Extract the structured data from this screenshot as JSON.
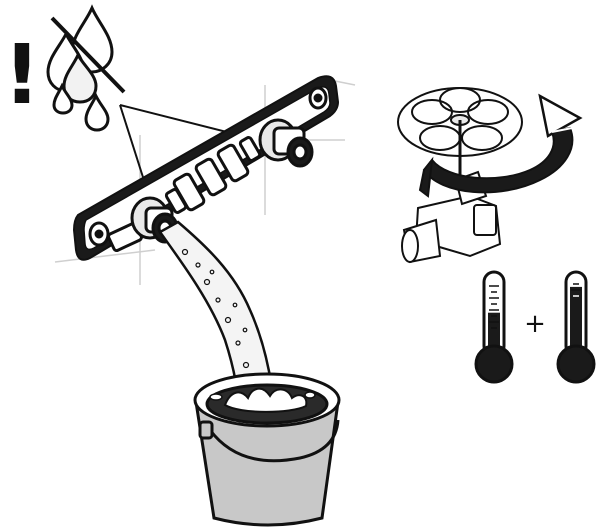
{
  "symbols": {
    "warning": "!",
    "plus": "+"
  },
  "icons": {
    "warning": "exclamation-icon",
    "no_water": "crossed-water-drop-icon",
    "drops": "water-drop-icon",
    "manifold": "radiator-valve-bar",
    "bucket": "bucket-icon",
    "valve": "hand-wheel-valve-icon",
    "rotation": "turn-arrow-icon",
    "cold": "cold-thermometer-icon",
    "hot": "hot-thermometer-icon"
  },
  "colors": {
    "ink": "#111111",
    "fill_light": "#e9e9e9",
    "fill_mid": "#c8c8c8",
    "water": "#f4f4f4",
    "guide": "#cfcfcf"
  },
  "cold_level": 0.55,
  "hot_level": 0.85
}
